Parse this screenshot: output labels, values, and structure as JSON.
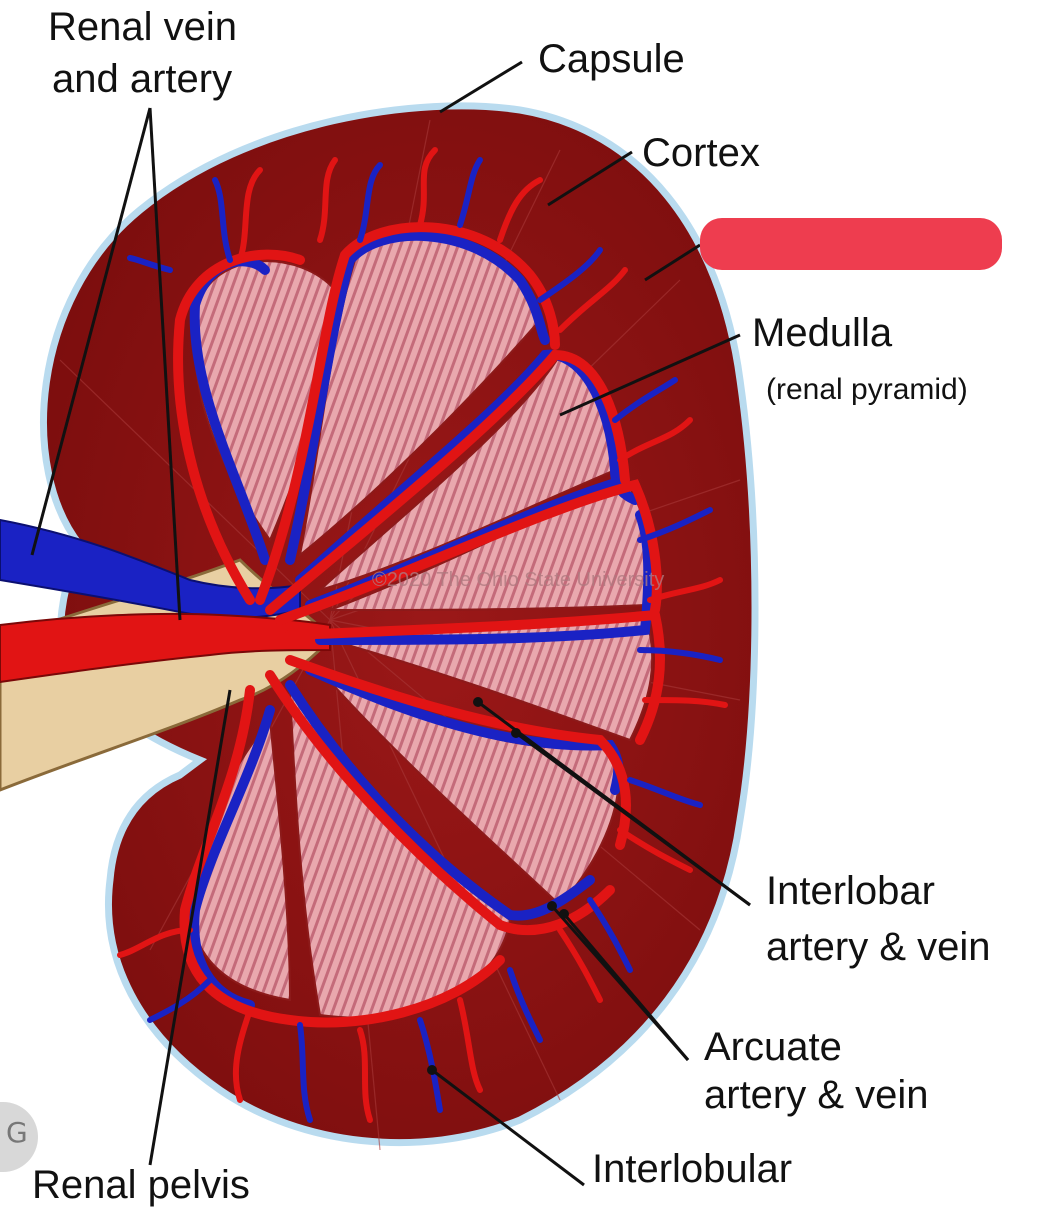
{
  "labels": {
    "renal_vein_artery_line1": "Renal vein",
    "renal_vein_artery_line2": "and artery",
    "capsule": "Capsule",
    "cortex": "Cortex",
    "medulla": "Medulla",
    "medulla_sub": "(renal pyramid)",
    "interlobar_line1": "Interlobar",
    "interlobar_line2": "artery & vein",
    "arcuate_line1": "Arcuate",
    "arcuate_line2": "artery & vein",
    "interlobular": "Interlobular",
    "renal_pelvis": "Renal pelvis"
  },
  "watermark": "©2020 The Ohio State University",
  "colors": {
    "cortex": "#8e1414",
    "capsule": "#a9cde6",
    "medulla": "#e6a4ab",
    "artery": "#e11414",
    "vein": "#1a22c4",
    "pelvis": "#e8cfa2",
    "redaction": "#ee3d4f"
  },
  "icons": {
    "corner_button": "google-lens-icon"
  }
}
